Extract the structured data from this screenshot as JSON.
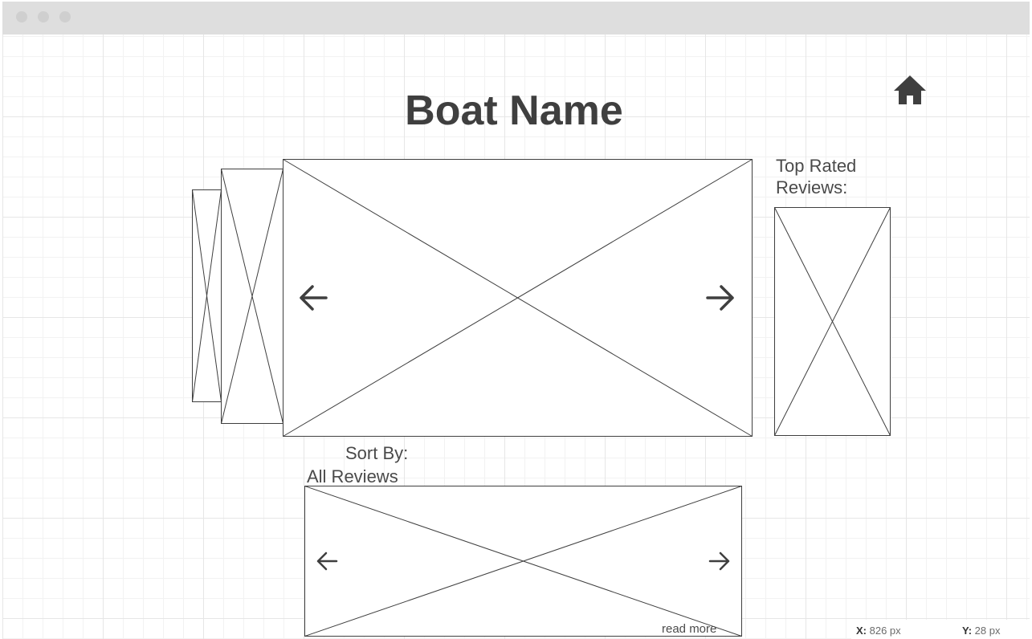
{
  "page": {
    "title": "Boat Name",
    "top_rated_label": "Top Rated Reviews:",
    "sort_by_label": "Sort By:",
    "sort_value": "All Reviews",
    "read_more": "read more"
  },
  "icons": {
    "home": "home-icon",
    "prev": "arrow-left-icon",
    "next": "arrow-right-icon"
  },
  "status": {
    "x_label": "X:",
    "x_value": "826 px",
    "y_label": "Y:",
    "y_value": "28 px"
  },
  "colors": {
    "chrome": "#dedede",
    "stroke": "#3f3f3f",
    "text": "#4a4a4a"
  }
}
